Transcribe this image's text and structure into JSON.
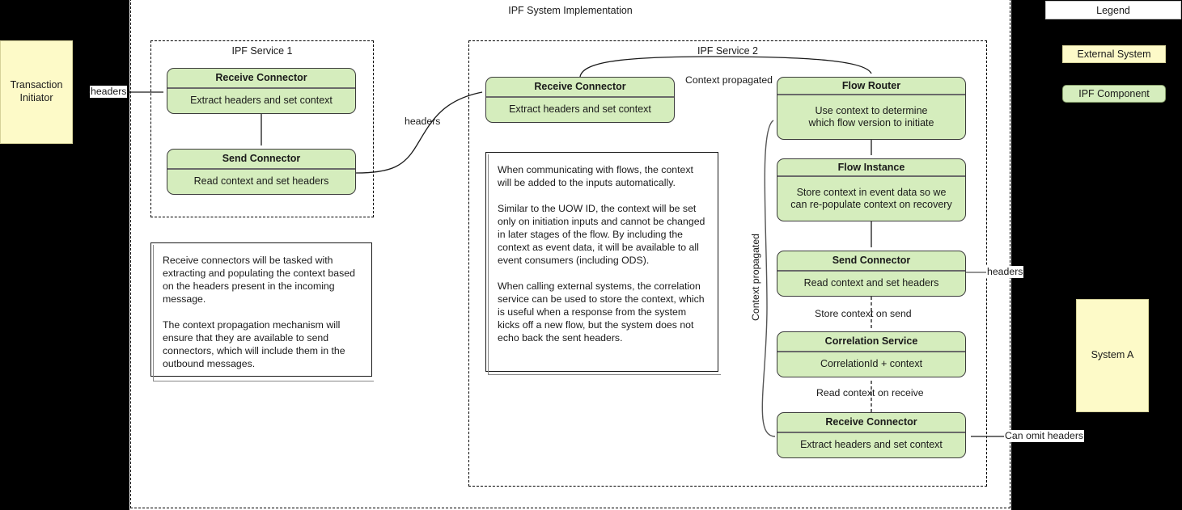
{
  "diagram": {
    "title": "IPF System Implementation",
    "colors": {
      "ipf_component_fill": "#d5edbd",
      "ipf_component_stroke": "#3c3c3c",
      "external_system_fill": "#fdfac8",
      "note_fill": "#ffffff",
      "background": "#000000",
      "page": "#ffffff",
      "edge": "#1a1a1a"
    }
  },
  "external_systems": {
    "transaction_initiator": {
      "label": "Transaction\nInitiator"
    },
    "system_a": {
      "label": "System A"
    }
  },
  "service1": {
    "title": "IPF Service 1",
    "components": [
      {
        "title": "Receive Connector",
        "body": "Extract headers and set context"
      },
      {
        "title": "Send Connector",
        "body": "Read context and set headers"
      }
    ]
  },
  "service2": {
    "title": "IPF Service 2",
    "components": [
      {
        "title": "Receive Connector",
        "body": "Extract headers and set context"
      },
      {
        "title": "Flow Router",
        "body": "Use context to determine\nwhich flow version to initiate"
      },
      {
        "title": "Flow Instance",
        "body": "Store context in event data so we\ncan re-populate context on recovery"
      },
      {
        "title": "Send Connector",
        "body": "Read context and set headers"
      },
      {
        "title": "Correlation Service",
        "body": "CorrelationId + context"
      },
      {
        "title": "Receive Connector",
        "body": "Extract headers and set context"
      }
    ]
  },
  "notes": {
    "left": "Receive connectors will be tasked with extracting and populating the context based on the headers present in the incoming message.\n\nThe context propagation mechanism will ensure that they are available to send connectors, which will include them in the outbound messages.",
    "center": "When communicating with flows, the context will be added to the inputs automatically.\n\nSimilar to the UOW ID, the context will be set only on initiation inputs and cannot be changed in later stages of the flow. By including the context as event data, it will be available to all event consumers (including ODS).\n\nWhen calling external systems, the correlation service can be used to store the context, which is useful when a response from the system kicks off a new flow, but the system does not echo back the sent headers."
  },
  "edge_labels": {
    "headers_in": "headers",
    "headers_between_services": "headers",
    "context_propagated_top": "Context propagated",
    "context_propagated_vertical": "Context propagated",
    "headers_out": "headers",
    "store_context_on_send": "Store context on send",
    "read_context_on_receive": "Read context on receive",
    "can_omit_headers": "Can omit headers"
  },
  "legend": {
    "title": "Legend",
    "items": [
      {
        "label": "External System"
      },
      {
        "label": "IPF Component"
      }
    ]
  }
}
